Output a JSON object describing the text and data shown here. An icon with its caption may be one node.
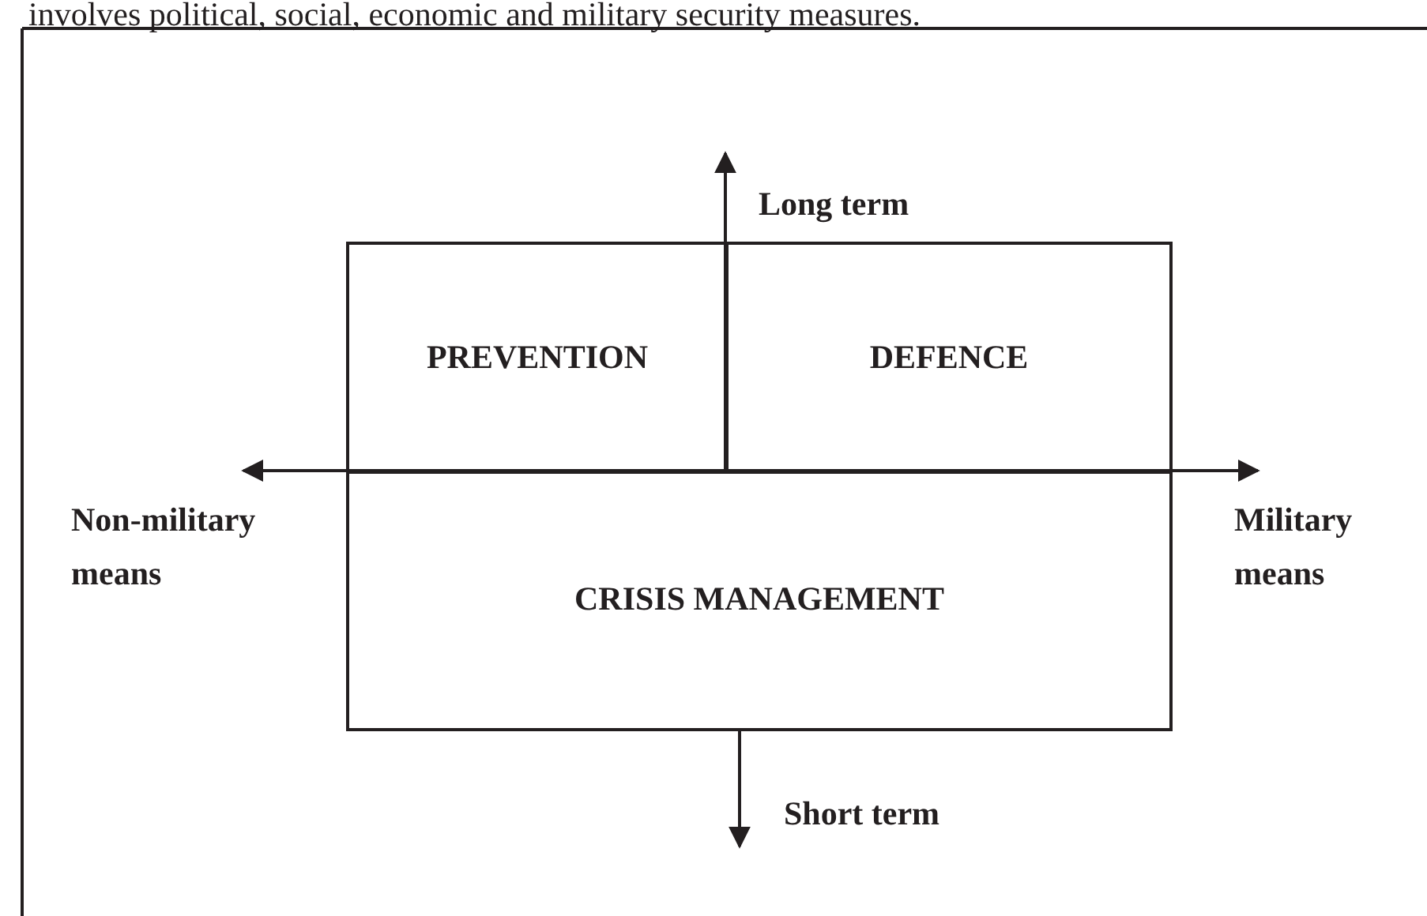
{
  "diagram": {
    "nodes": [
      {
        "text": [
          "PREVENTION"
        ]
      },
      {
        "text": [
          "DEFENCE"
        ]
      },
      {
        "text": [
          "CRISIS MANAGEMENT"
        ]
      }
    ],
    "edges": [],
    "labels": [
      "involves political, social, economic and military security measures.",
      "Long term",
      "Non-military means",
      "Military means",
      "Short term"
    ]
  }
}
